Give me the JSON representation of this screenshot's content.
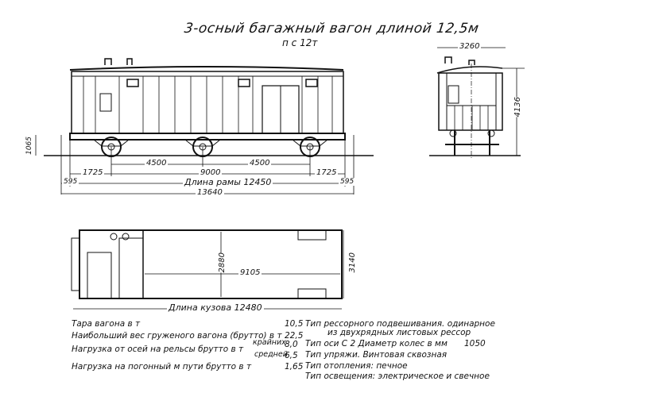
{
  "title": "3-осный багажный вагон длиной 12,5м",
  "subtitle": "п с 12т",
  "side_view": {
    "dims": {
      "wheelbase_half_1": "4500",
      "wheelbase_half_2": "4500",
      "wheelbase": "9000",
      "overhang_left": "1725",
      "overhang_right": "1725",
      "buffer_left": "595",
      "buffer_right": "595",
      "frame_length": "Длина рамы 12450",
      "total_length": "13640",
      "height_floor": "1065"
    }
  },
  "end_view": {
    "width": "3260",
    "height": "4136"
  },
  "plan_view": {
    "inner_width": "2880",
    "length_inner": "9105",
    "outer_width": "3140",
    "body_length": "Длина кузова 12480"
  },
  "specs_left": [
    {
      "label": "Тара вагона в т",
      "value": "10,5"
    },
    {
      "label": "Наибольший вес груженого вагона (брутто) в т",
      "value": "22,5"
    },
    {
      "label": "Нагрузка от осей на рельсы брутто в т",
      "sub1": "крайних",
      "value": "8,0",
      "sub2": "средней",
      "value2": "6,5"
    },
    {
      "label": "Нагрузка на погонный м пути брутто в т",
      "value": "1,65"
    }
  ],
  "specs_right": [
    "Тип рессорного подвешивания. одинарное",
    "из двухрядных листовых рессор",
    "Тип оси  С 2  Диаметр колес в мм",
    "Тип упряжи.  Винтовая сквозная",
    "Тип отопления:  печное",
    "Тип освещения:   электрическое и свечное"
  ],
  "wheel_diameter": "1050"
}
